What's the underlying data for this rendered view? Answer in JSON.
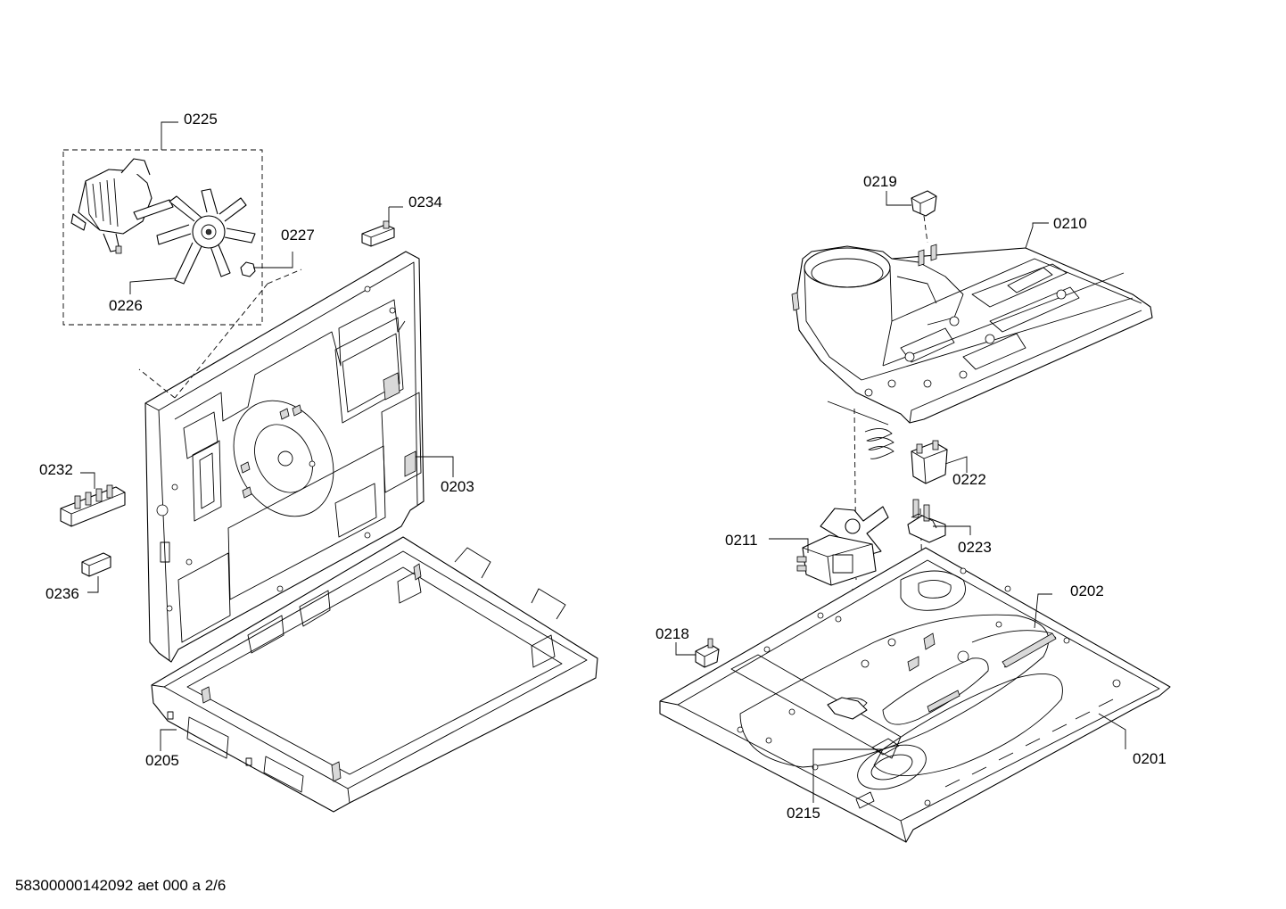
{
  "labels": {
    "l0225": "0225",
    "l0234": "0234",
    "l0227": "0227",
    "l0226": "0226",
    "l0232": "0232",
    "l0203": "0203",
    "l0236": "0236",
    "l0205": "0205",
    "l0219": "0219",
    "l0210": "0210",
    "l0222": "0222",
    "l0211": "0211",
    "l0223": "0223",
    "l0202": "0202",
    "l0218": "0218",
    "l0201": "0201",
    "l0215": "0215"
  },
  "footer": "58300000142092 aet 000 a 2/6"
}
